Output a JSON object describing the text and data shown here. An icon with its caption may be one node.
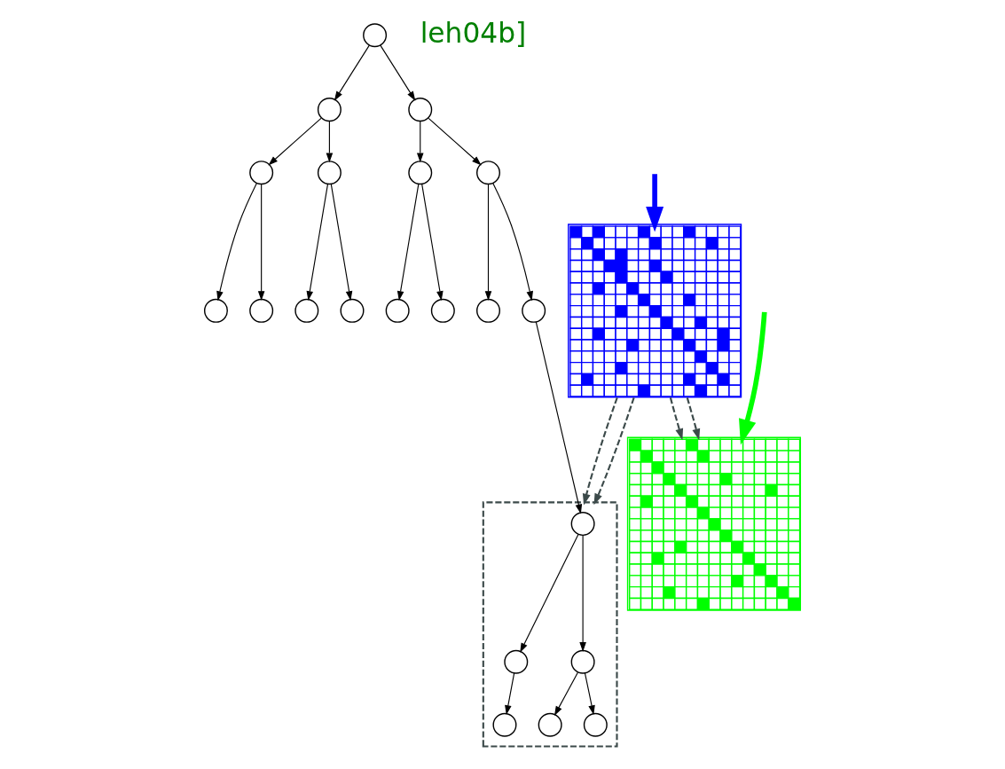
{
  "diagram": {
    "nodes": [
      {
        "text": [],
        "shape": "circle"
      },
      {
        "text": [],
        "shape": "circle"
      },
      {
        "text": [],
        "shape": "circle"
      },
      {
        "text": [],
        "shape": "circle"
      },
      {
        "text": [],
        "shape": "circle"
      },
      {
        "text": [],
        "shape": "circle"
      },
      {
        "text": [],
        "shape": "circle"
      },
      {
        "text": [],
        "shape": "circle"
      },
      {
        "text": [],
        "shape": "circle"
      },
      {
        "text": [],
        "shape": "circle"
      },
      {
        "text": [],
        "shape": "circle"
      },
      {
        "text": [],
        "shape": "circle"
      },
      {
        "text": [],
        "shape": "circle"
      },
      {
        "text": [],
        "shape": "circle"
      },
      {
        "text": [],
        "shape": "circle"
      },
      {
        "text": [],
        "shape": "box"
      },
      {
        "text": [],
        "shape": "circle",
        "in": 15
      },
      {
        "text": [],
        "shape": "circle",
        "in": 15
      },
      {
        "text": [],
        "shape": "circle",
        "in": 15
      },
      {
        "text": [],
        "shape": "circle",
        "in": 15
      },
      {
        "text": [],
        "shape": "circle",
        "in": 15
      },
      {
        "text": [],
        "shape": "circle",
        "in": 15
      },
      {
        "text": [],
        "shape": "picture"
      },
      {
        "text": [],
        "shape": "picture"
      }
    ],
    "edges": [
      {
        "from": 0,
        "to": 1,
        "arrow": "to"
      },
      {
        "from": 0,
        "to": 2,
        "arrow": "to"
      },
      {
        "from": 1,
        "to": 3,
        "arrow": "to"
      },
      {
        "from": 1,
        "to": 4,
        "arrow": "to"
      },
      {
        "from": 2,
        "to": 5,
        "arrow": "to"
      },
      {
        "from": 2,
        "to": 6,
        "arrow": "to"
      },
      {
        "from": 3,
        "to": 7,
        "arrow": "to"
      },
      {
        "from": 3,
        "to": 8,
        "arrow": "to"
      },
      {
        "from": 4,
        "to": 9,
        "arrow": "to"
      },
      {
        "from": 4,
        "to": 10,
        "arrow": "to"
      },
      {
        "from": 5,
        "to": 11,
        "arrow": "to"
      },
      {
        "from": 5,
        "to": 12,
        "arrow": "to"
      },
      {
        "from": 6,
        "to": 13,
        "arrow": "to"
      },
      {
        "from": 6,
        "to": 14,
        "arrow": "to"
      },
      {
        "from": 14,
        "to": 16,
        "arrow": "to"
      },
      {
        "from": 16,
        "to": 17,
        "arrow": "to"
      },
      {
        "from": 16,
        "to": 18,
        "arrow": "to"
      },
      {
        "from": 17,
        "to": 19,
        "arrow": "to"
      },
      {
        "from": 18,
        "to": 20,
        "arrow": "to"
      },
      {
        "from": 18,
        "to": 21,
        "arrow": "to"
      },
      {
        "from": null,
        "to": 22,
        "arrow": "to",
        "style": "thick",
        "color": "#0000ff"
      },
      {
        "from": null,
        "to": 23,
        "arrow": "to",
        "style": "thick",
        "color": "#00ff00"
      },
      {
        "from": 22,
        "to": 15,
        "arrow": "to",
        "style": "dashed",
        "color": "#3c4a4a"
      },
      {
        "from": 22,
        "to": 15,
        "arrow": "to",
        "style": "dashed",
        "color": "#3c4a4a"
      },
      {
        "from": 22,
        "to": 23,
        "arrow": "to",
        "style": "dashed",
        "color": "#3c4a4a"
      },
      {
        "from": 22,
        "to": 23,
        "arrow": "to",
        "style": "dashed",
        "color": "#3c4a4a"
      }
    ],
    "labels": [
      "leh04b]"
    ]
  }
}
